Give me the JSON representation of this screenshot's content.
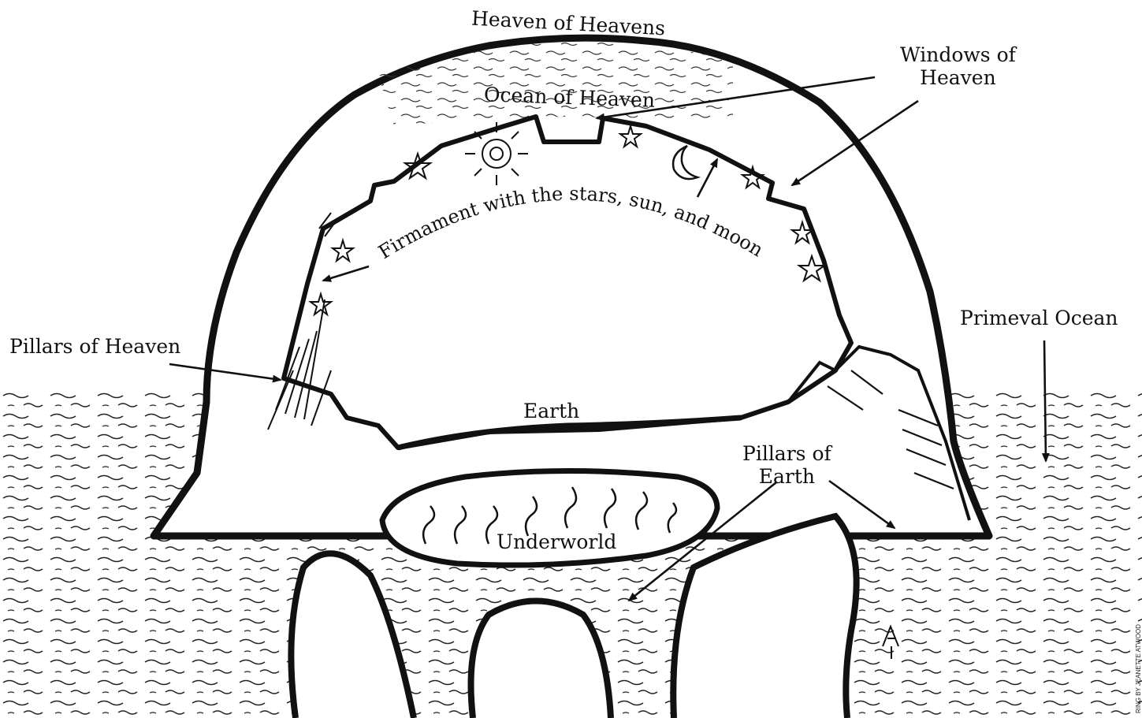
{
  "labels": {
    "heaven_of_heavens": "Heaven of Heavens",
    "windows_of_heaven_line1": "Windows of",
    "windows_of_heaven_line2": "Heaven",
    "ocean_of_heaven": "Ocean of Heaven",
    "firmament": "Firmament with the stars, sun, and moon",
    "pillars_of_heaven": "Pillars of Heaven",
    "primeval_ocean": "Primeval Ocean",
    "earth": "Earth",
    "pillars_of_earth_line1": "Pillars of",
    "pillars_of_earth_line2": "Earth",
    "underworld": "Underworld"
  },
  "credit": "RING BY JEANETTE ATWOOD",
  "colors": {
    "ink": "#111111",
    "paper": "#ffffff"
  }
}
